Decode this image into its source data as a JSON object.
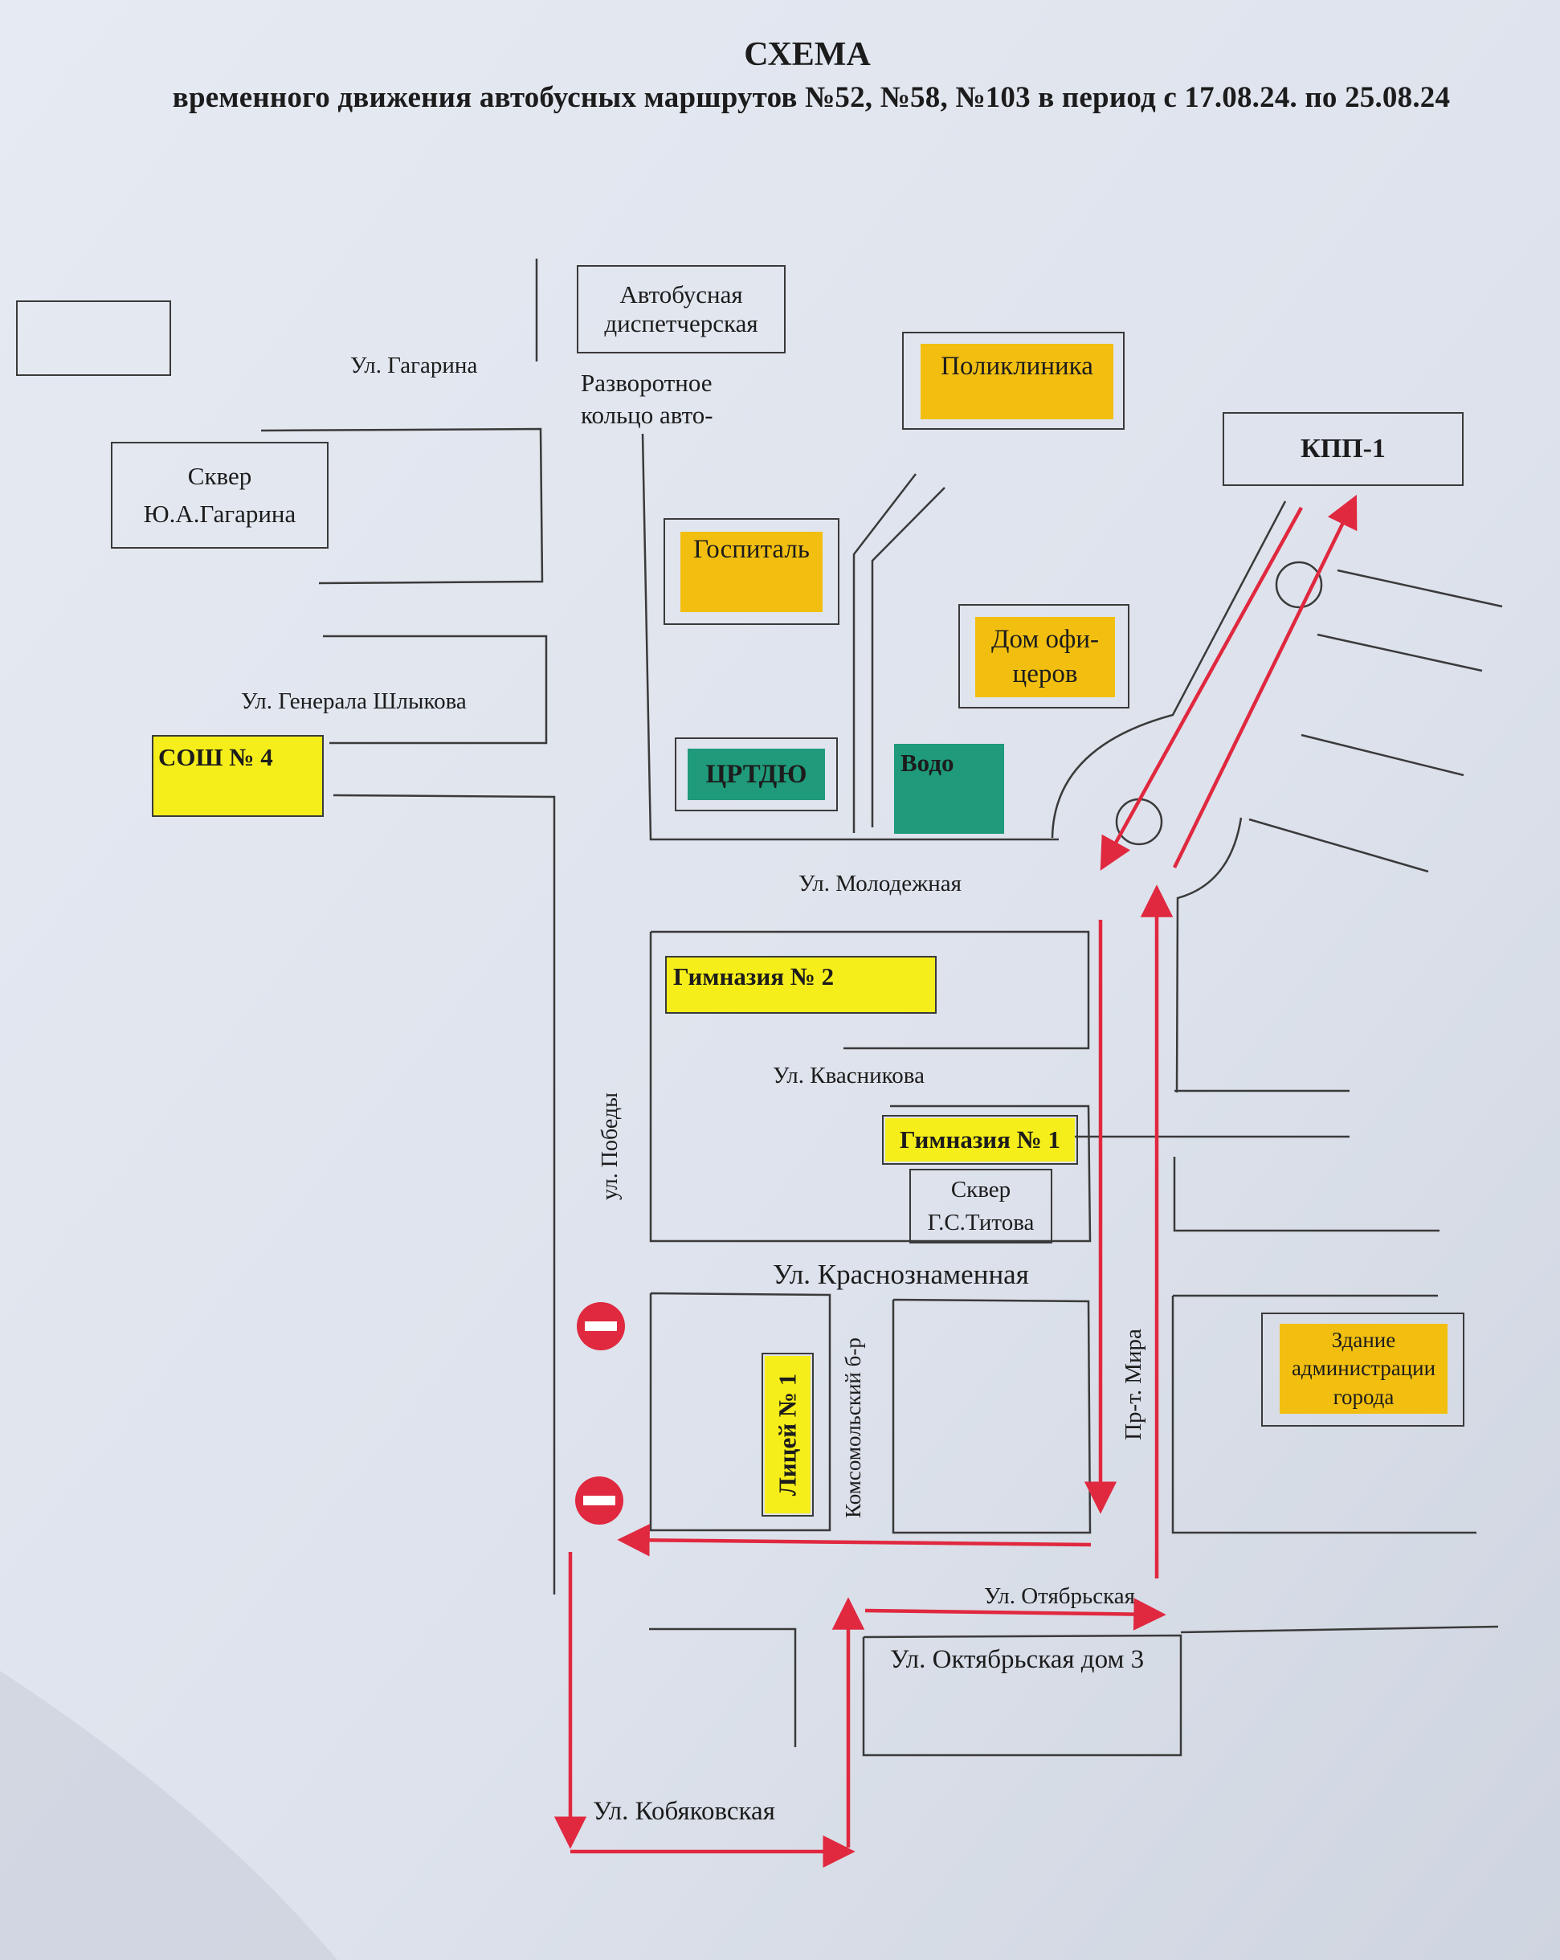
{
  "title": {
    "main": "СХЕМА",
    "sub": "временного движения автобусных маршрутов №52, №58, №103 в период с 17.08.24. по 25.08.24"
  },
  "places": {
    "dispatch": "Автобусная диспетчерская",
    "dispatch_line1": "Автобусная",
    "dispatch_line2": "диспетчерская",
    "turnaround_line1": "Разворотное",
    "turnaround_line2": "кольцо авто-",
    "polyclinic": "Поликлиника",
    "checkpoint": "КПП-1",
    "square_gagarin_line1": "Сквер",
    "square_gagarin_line2": "Ю.А.Гагарина",
    "hospital": "Госпиталь",
    "officers_line1": "Дом офи-",
    "officers_line2": "церов",
    "crtdu": "ЦРТДЮ",
    "vodo": "Водо",
    "school4": "СОШ № 4",
    "gymnasium2": "Гимназия № 2",
    "gymnasium1": "Гимназия № 1",
    "square_titov_line1": "Сквер",
    "square_titov_line2": "Г.С.Титова",
    "lyceum1": "Лицей № 1",
    "admin_line1": "Здание",
    "admin_line2": "администрации",
    "admin_line3": "города",
    "oktyabrskaya3": "Ул. Октябрьская дом 3"
  },
  "streets": {
    "gagarina": "Ул. Гагарина",
    "shlykova": "Ул. Генерала Шлыкова",
    "molodezhnaya": "Ул. Молодежная",
    "kvasnikova": "Ул. Квасникова",
    "pobedy": "ул. Победы",
    "krasnoznamennaya": "Ул. Краснознаменная",
    "komsomolsky": "Комсомольский б-р",
    "mira": "Пр-т. Мира",
    "otyabrskaya": "Ул. Отябрьская",
    "kobyakovskaya": "Ул. Кобяковская"
  },
  "colors": {
    "orange": "#f2bf10",
    "yellow": "#f6ee1a",
    "green": "#1f9a7a",
    "route": "#e0283f",
    "line": "#3a3a3a",
    "no_entry": "#e0283f"
  },
  "icons": {
    "no_entry": "no-entry-sign-icon",
    "roundabout": "roundabout-circle-icon",
    "direction": "arrowhead-icon"
  }
}
